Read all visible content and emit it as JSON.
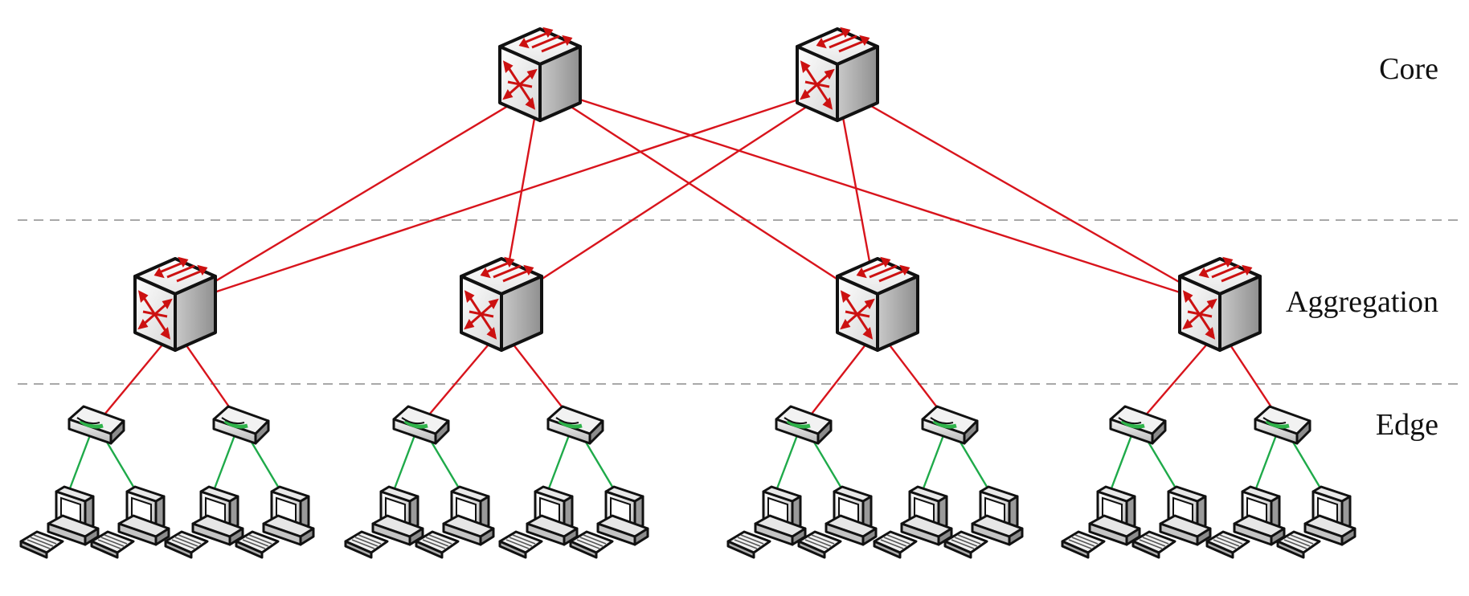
{
  "layers": {
    "core": "Core",
    "aggregation": "Aggregation",
    "edge": "Edge"
  },
  "colors": {
    "background": "#ffffff",
    "uplink": "#d8141c",
    "host_link": "#1faa4a",
    "separator": "#a8a8a8",
    "arrow": "#cc1111",
    "edge_led": "#2fb34a"
  },
  "topology": {
    "core_count": 2,
    "aggregation_count": 4,
    "edge_count": 8,
    "hosts_per_edge": 2,
    "core_to_aggregation_links": [
      [
        0,
        0
      ],
      [
        0,
        1
      ],
      [
        0,
        2
      ],
      [
        0,
        3
      ],
      [
        1,
        0
      ],
      [
        1,
        1
      ],
      [
        1,
        2
      ],
      [
        1,
        3
      ]
    ],
    "aggregation_to_edge_links": [
      [
        0,
        0
      ],
      [
        0,
        1
      ],
      [
        1,
        2
      ],
      [
        1,
        3
      ],
      [
        2,
        4
      ],
      [
        2,
        5
      ],
      [
        3,
        6
      ],
      [
        3,
        7
      ]
    ]
  },
  "icons": {
    "core_switch": "multilayer-switch-icon",
    "aggregation_switch": "multilayer-switch-icon",
    "edge_switch": "workgroup-switch-icon",
    "host": "workstation-icon"
  }
}
